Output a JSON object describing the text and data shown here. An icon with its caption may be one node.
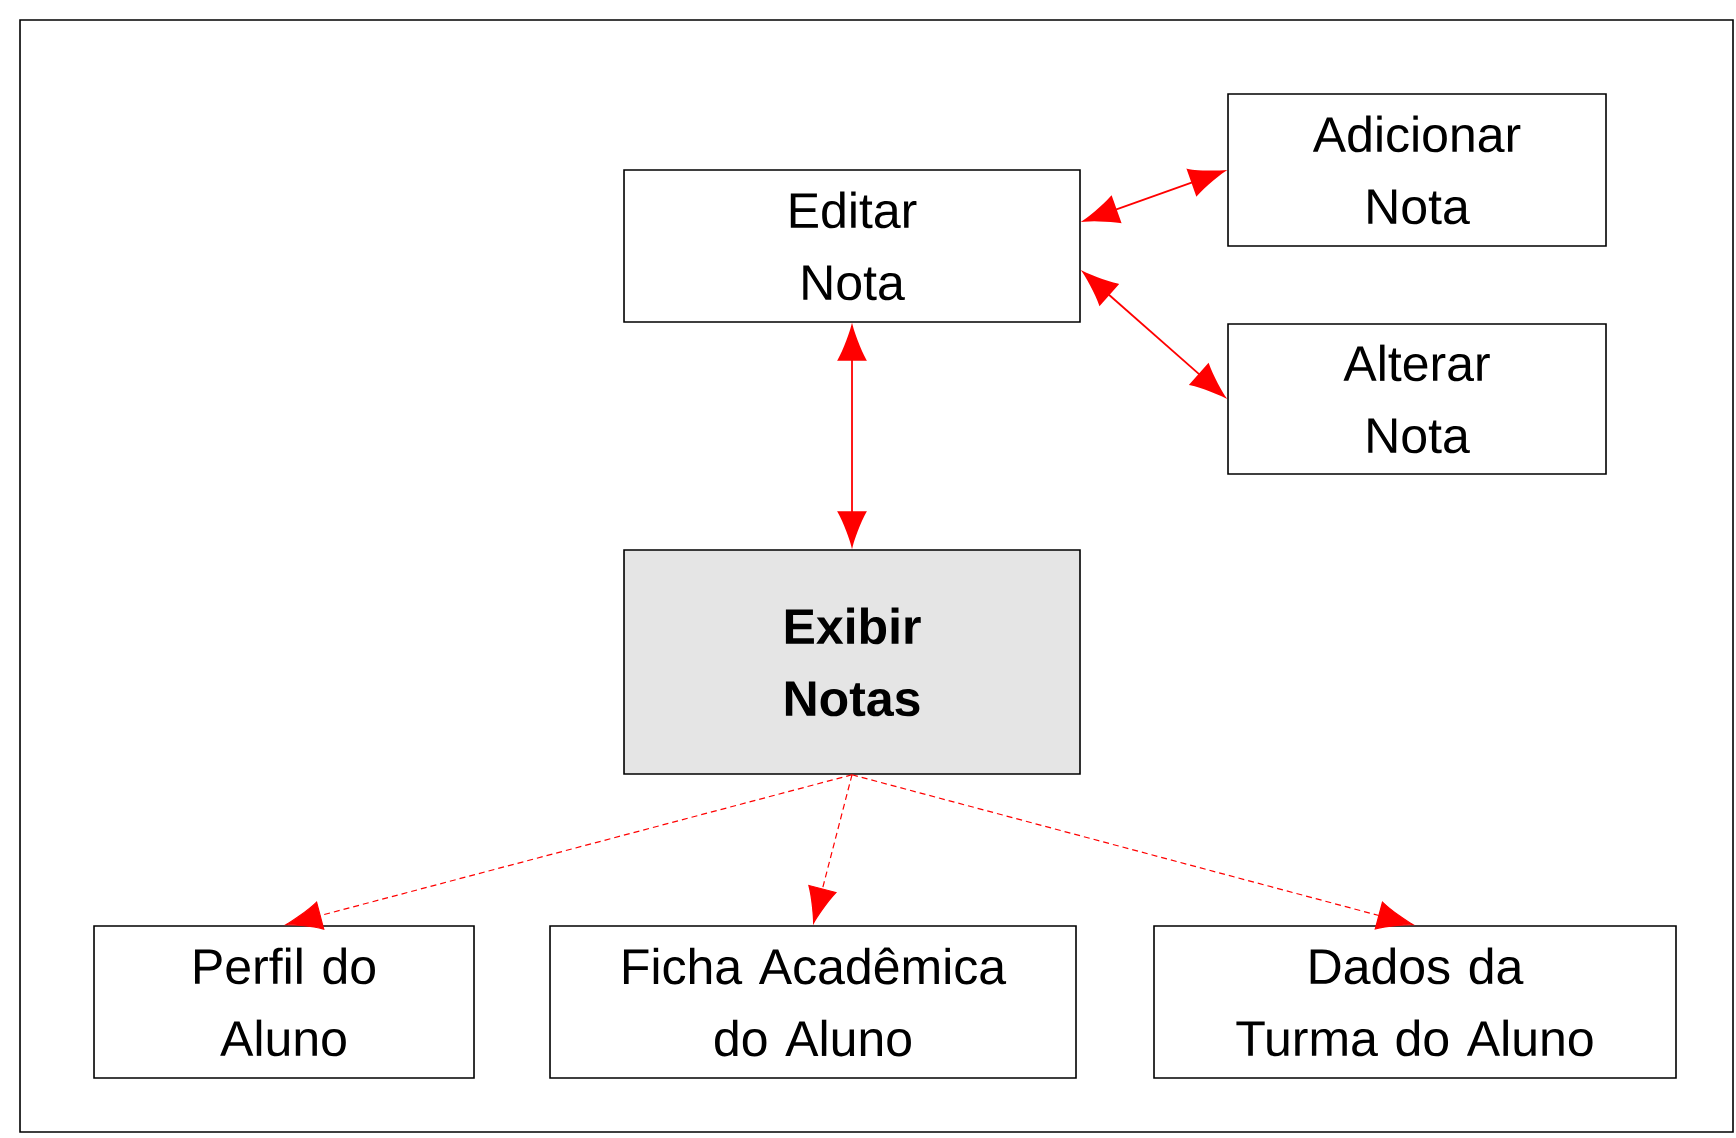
{
  "diagram": {
    "nodes": [
      {
        "text": [
          "Editar Nota"
        ]
      },
      {
        "text": [
          "Adicionar Nota"
        ]
      },
      {
        "text": [
          "Alterar Nota"
        ]
      },
      {
        "text": [
          "Exibir Notas"
        ]
      },
      {
        "text": [
          "Perfil do Aluno"
        ]
      },
      {
        "text": [
          "Ficha Acadêmica do Aluno"
        ]
      },
      {
        "text": [
          "Dados da Turma do Aluno"
        ]
      }
    ],
    "edges": [
      {
        "from": 0,
        "to": 1,
        "arrow": "both"
      },
      {
        "from": 0,
        "to": 2,
        "arrow": "both"
      },
      {
        "from": 0,
        "to": 3,
        "arrow": "both"
      },
      {
        "from": 3,
        "to": 4,
        "arrow": "to",
        "style": "dashed"
      },
      {
        "from": 3,
        "to": 5,
        "arrow": "to",
        "style": "dashed"
      },
      {
        "from": 3,
        "to": 6,
        "arrow": "to",
        "style": "dashed"
      }
    ]
  }
}
